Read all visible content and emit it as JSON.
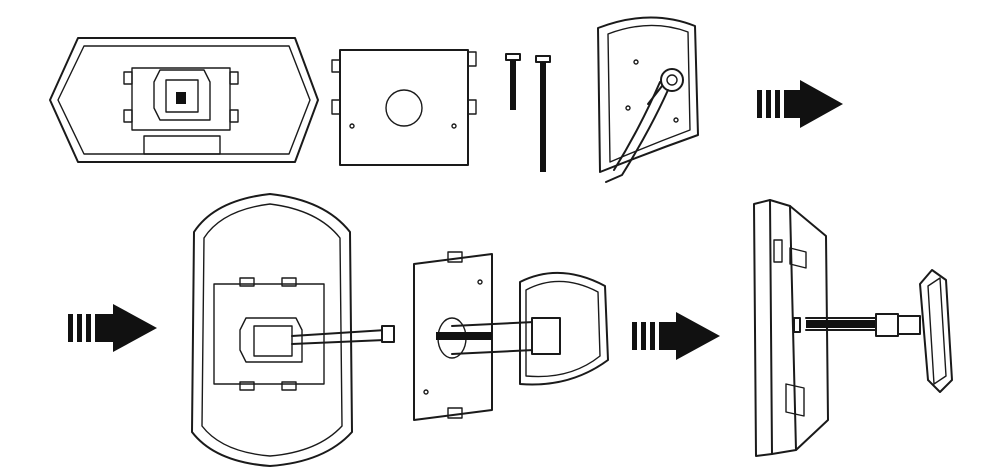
{
  "diagram": {
    "type": "installation-steps",
    "colors": {
      "line": "#1a1a1a",
      "background": "#ffffff",
      "arrow": "#111111"
    },
    "arrows": [
      {
        "id": "arrow-1",
        "icon": "right-arrow-icon"
      },
      {
        "id": "arrow-2",
        "icon": "right-arrow-icon"
      },
      {
        "id": "arrow-3",
        "icon": "right-arrow-icon"
      }
    ],
    "parts": [
      "inner-monitor-back",
      "mounting-plate",
      "screws",
      "outer-camera-unit"
    ],
    "stages": [
      "parts-overview",
      "exploded-assembly",
      "installed-side-view"
    ]
  }
}
